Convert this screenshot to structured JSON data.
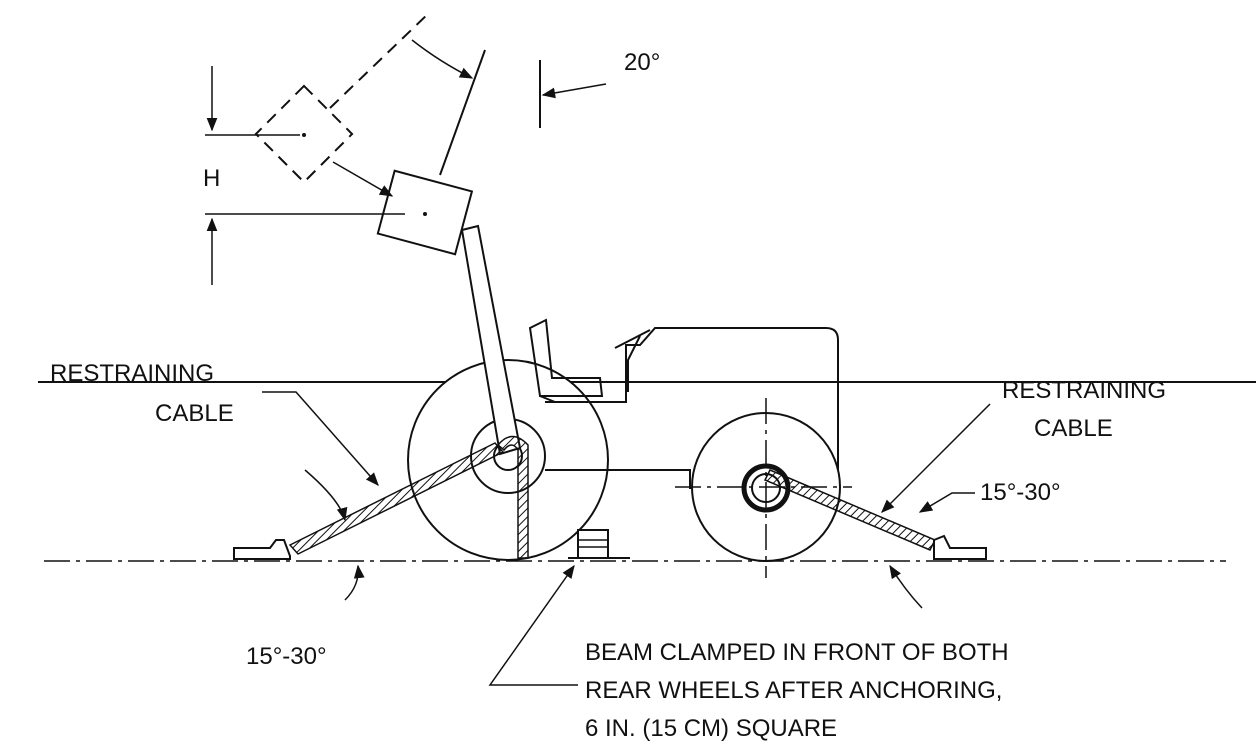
{
  "labels": {
    "angle_top": "20°",
    "height": "H",
    "left_cable_line1": "RESTRAINING",
    "left_cable_line2": "CABLE",
    "right_cable_line1": "RESTRAINING",
    "right_cable_line2": "CABLE",
    "right_angle": "15°-30°",
    "left_angle": "15°-30°",
    "beam_line1": "BEAM CLAMPED IN FRONT OF BOTH",
    "beam_line2": "REAR WHEELS AFTER ANCHORING,",
    "beam_line3": "6 IN. (15 CM) SQUARE"
  }
}
